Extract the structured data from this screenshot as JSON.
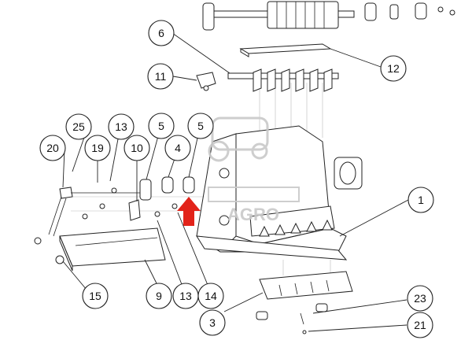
{
  "callouts": [
    {
      "id": "c1",
      "label": "1"
    },
    {
      "id": "c3",
      "label": "3"
    },
    {
      "id": "c4",
      "label": "4"
    },
    {
      "id": "c5a",
      "label": "5"
    },
    {
      "id": "c5b",
      "label": "5"
    },
    {
      "id": "c6",
      "label": "6"
    },
    {
      "id": "c9",
      "label": "9"
    },
    {
      "id": "c10",
      "label": "10"
    },
    {
      "id": "c11",
      "label": "11"
    },
    {
      "id": "c12",
      "label": "12"
    },
    {
      "id": "c13a",
      "label": "13"
    },
    {
      "id": "c13b",
      "label": "13"
    },
    {
      "id": "c14",
      "label": "14"
    },
    {
      "id": "c15",
      "label": "15"
    },
    {
      "id": "c19",
      "label": "19"
    },
    {
      "id": "c20",
      "label": "20"
    },
    {
      "id": "c21",
      "label": "21"
    },
    {
      "id": "c23",
      "label": "23"
    },
    {
      "id": "c25",
      "label": "25"
    }
  ],
  "watermark": {
    "line1": "AGRO"
  },
  "colors": {
    "highlight_arrow": "#e2231a",
    "line": "#222222",
    "watermark": "#c9c9c9"
  }
}
